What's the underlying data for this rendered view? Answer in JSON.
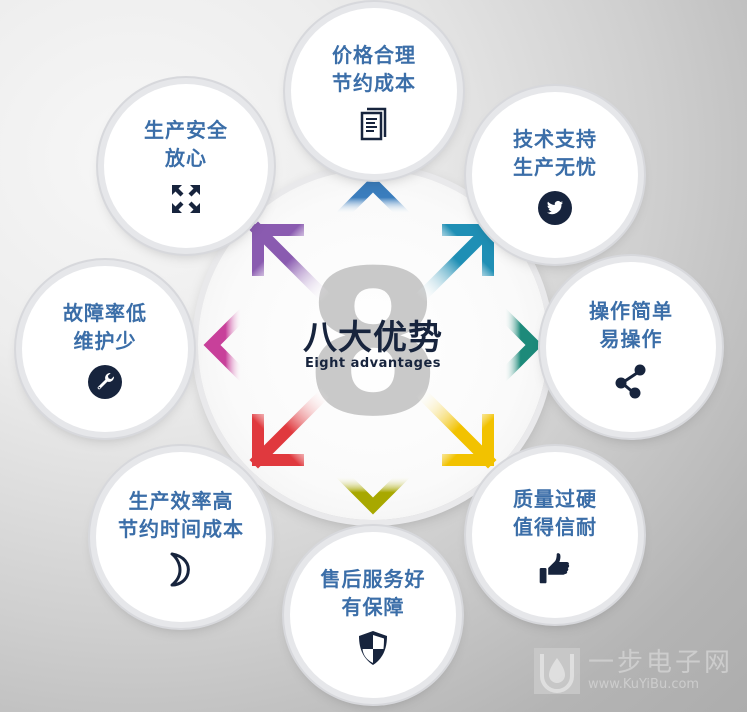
{
  "center": {
    "number": "8",
    "title": "八大优势",
    "subtitle": "Eight advantages"
  },
  "advantages": [
    {
      "label": "价格合理\n节约成本",
      "icon": "document-icon",
      "arrow_color": "#3a7dbd"
    },
    {
      "label": "技术支持\n生产无忧",
      "icon": "twitter-bird-icon",
      "arrow_color": "#1f8fb5"
    },
    {
      "label": "操作简单\n易操作",
      "icon": "share-icon",
      "arrow_color": "#1d8a7a"
    },
    {
      "label": "质量过硬\n值得信耐",
      "icon": "thumbs-up-icon",
      "arrow_color": "#f2c200"
    },
    {
      "label": "售后服务好\n有保障",
      "icon": "shield-icon",
      "arrow_color": "#a8a800"
    },
    {
      "label": "生产效率高\n节约时间成本",
      "icon": "moon-icon",
      "arrow_color": "#e0393e"
    },
    {
      "label": "故障率低\n维护少",
      "icon": "wrench-icon",
      "arrow_color": "#c8409a"
    },
    {
      "label": "生产安全\n放心",
      "icon": "expand-icon",
      "arrow_color": "#8a5bb0"
    }
  ],
  "colors": {
    "label_text": "#3b6ea8",
    "icon_dark": "#17243d"
  },
  "watermark": {
    "name": "一步电子网",
    "url": "www.KuYiBu.com"
  }
}
